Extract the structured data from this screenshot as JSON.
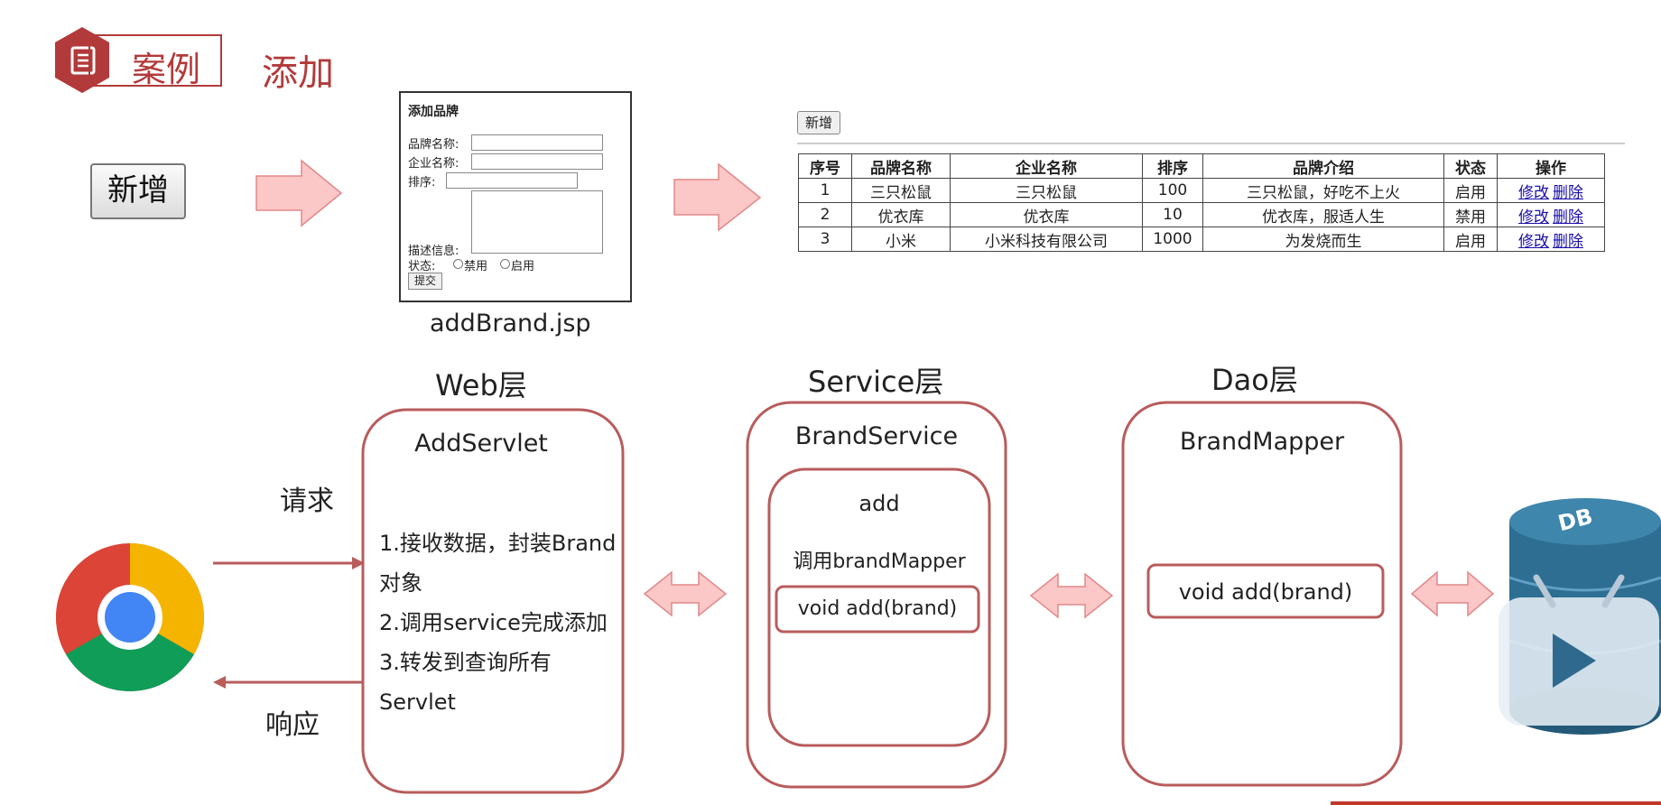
{
  "header": {
    "case_label": "案例",
    "subtitle": "添加",
    "badge_icon": "document-icon"
  },
  "ui_button": {
    "label": "新增"
  },
  "form": {
    "title": "添加品牌",
    "brand_name_label": "品牌名称:",
    "company_name_label": "企业名称:",
    "order_label": "排序:",
    "description_label": "描述信息:",
    "status_label": "状态:",
    "status_options": [
      "禁用",
      "启用"
    ],
    "submit_label": "提交",
    "file_name": "addBrand.jsp"
  },
  "list_page": {
    "add_button": "新增",
    "columns": [
      "序号",
      "品牌名称",
      "企业名称",
      "排序",
      "品牌介绍",
      "状态",
      "操作"
    ],
    "rows": [
      [
        "1",
        "三只松鼠",
        "三只松鼠",
        "100",
        "三只松鼠，好吃不上火",
        "启用"
      ],
      [
        "2",
        "优衣库",
        "优衣库",
        "10",
        "优衣库，服适人生",
        "禁用"
      ],
      [
        "3",
        "小米",
        "小米科技有限公司",
        "1000",
        "为发烧而生",
        "启用"
      ]
    ],
    "edit_link": "修改",
    "delete_link": "删除"
  },
  "diagram": {
    "request_label": "请求",
    "response_label": "响应",
    "web": {
      "layer": "Web层",
      "component": "AddServlet",
      "steps": [
        "1.接收数据，封装Brand",
        "对象",
        "2.调用service完成添加",
        "3.转发到查询所有Servlet"
      ]
    },
    "service": {
      "layer": "Service层",
      "component": "BrandService",
      "method": "add",
      "call_text": "调用brandMapper",
      "signature": "void add(brand)"
    },
    "dao": {
      "layer": "Dao层",
      "component": "BrandMapper",
      "signature": "void add(brand)"
    },
    "db_label": "DB"
  },
  "colors": {
    "accent": "#b33a3a",
    "box_border": "#b85c5c",
    "arrow_fill": "#fbc7c7",
    "arrow_stroke": "#e08888"
  }
}
